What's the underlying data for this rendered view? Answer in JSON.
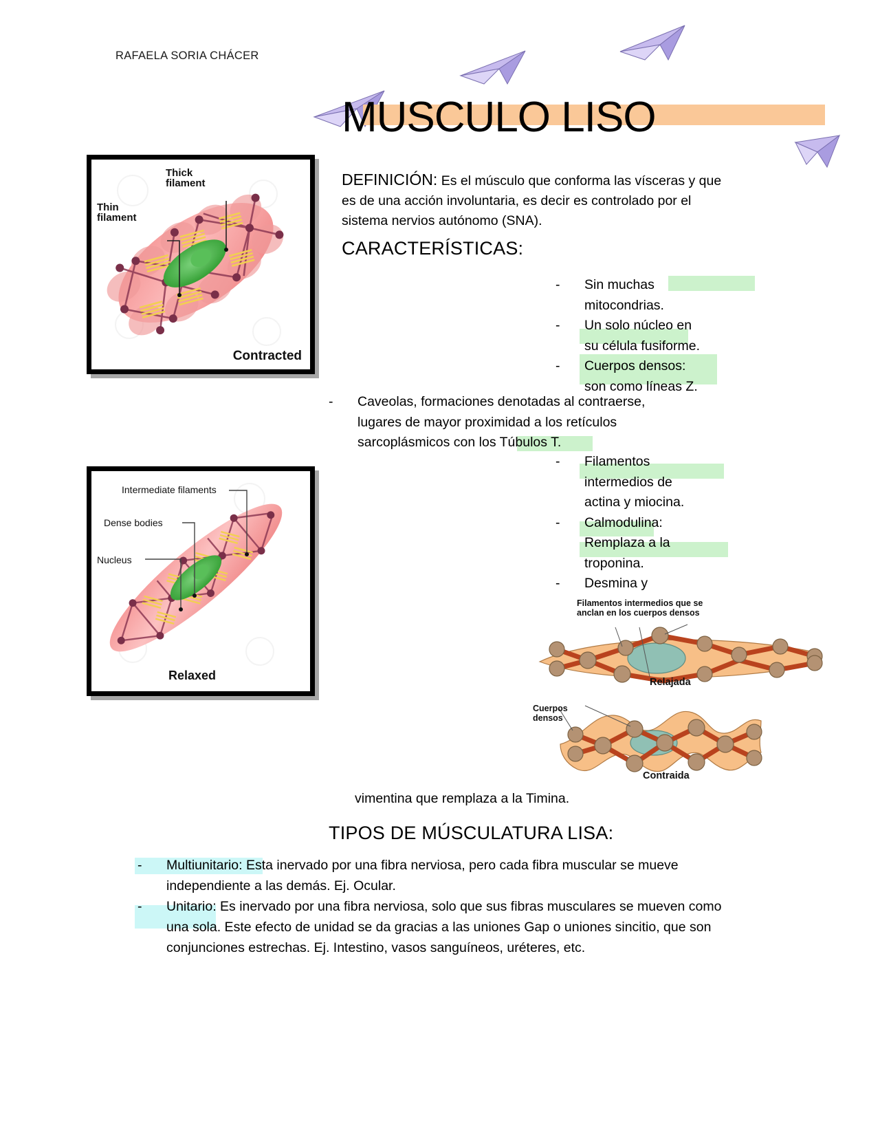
{
  "meta": {
    "author_header": "RAFAELA SORIA CHÁCER",
    "title": "MUSCULO LISO",
    "accent_title_band": "#fac898",
    "highlight_green": "#ccf2cc",
    "highlight_cyan": "#ccf7f7"
  },
  "definition": {
    "lead": "DEFINICIÓN:",
    "text": " Es el músculo que conforma las vísceras y que es de una acción involuntaria, es decir es controlado por el sistema nervios autónomo (SNA)."
  },
  "headings": {
    "caracteristicas": "CARACTERÍSTICAS:",
    "tipos": "TIPOS DE MÚSCULATURA LISA:"
  },
  "characteristics": {
    "right_bullets_top": [
      {
        "dash": "-",
        "lines": [
          "Sin muchas",
          "mitocondrias."
        ]
      },
      {
        "dash": "-",
        "lines": [
          "Un solo núcleo en",
          "su célula fusiforme."
        ]
      },
      {
        "dash": "-",
        "lines": [
          "Cuerpos densos:",
          "son como líneas Z."
        ]
      }
    ],
    "wide_bullet": {
      "dash": "-",
      "lines": [
        "Caveolas, formaciones denotadas al contraerse,",
        "lugares de mayor proximidad a los retículos",
        "sarcoplásmicos con los Túbulos T."
      ],
      "highlight_word": "Túbulos T."
    },
    "right_bullets_bottom": [
      {
        "dash": "-",
        "lines": [
          "Filamentos",
          "intermedios de",
          "actina y miocina."
        ]
      },
      {
        "dash": "-",
        "lines": [
          "Calmodulina:",
          "Remplaza a la",
          "troponina."
        ]
      },
      {
        "dash": "-",
        "lines": [
          "Desmina y"
        ]
      }
    ],
    "continuation": "vimentina que remplaza a la Timina."
  },
  "types": [
    {
      "dash": "-",
      "term": "Multiunitario:",
      "rest": " Esta inervado por una fibra nerviosa, pero cada fibra muscular se mueve independiente a las demás. Ej. Ocular."
    },
    {
      "dash": "-",
      "term": "Unitario:",
      "rest": " Es inervado por una fibra nerviosa, solo que sus fibras musculares se mueven como una sola. Este efecto de unidad se da gracias a las uniones Gap o uniones sincitio, que son conjunciones estrechas. Ej. Intestino, vasos sanguíneos, uréteres, etc."
    }
  ],
  "figures": {
    "contracted": {
      "caption": "Contracted",
      "labels": [
        {
          "text": "Thick\nfilament"
        },
        {
          "text": "Thin\nfilament"
        }
      ]
    },
    "relaxed": {
      "caption": "Relaxed",
      "labels": [
        {
          "text": "Intermediate filaments"
        },
        {
          "text": "Dense bodies"
        },
        {
          "text": "Nucleus"
        }
      ]
    },
    "orange_diagram": {
      "top_label": "Filamentos intermedios que se\nanclan en los cuerpos densos",
      "top_caption": "Relajada",
      "bottom_label": "Cuerpos\ndensos",
      "bottom_caption": "Contraida"
    }
  }
}
